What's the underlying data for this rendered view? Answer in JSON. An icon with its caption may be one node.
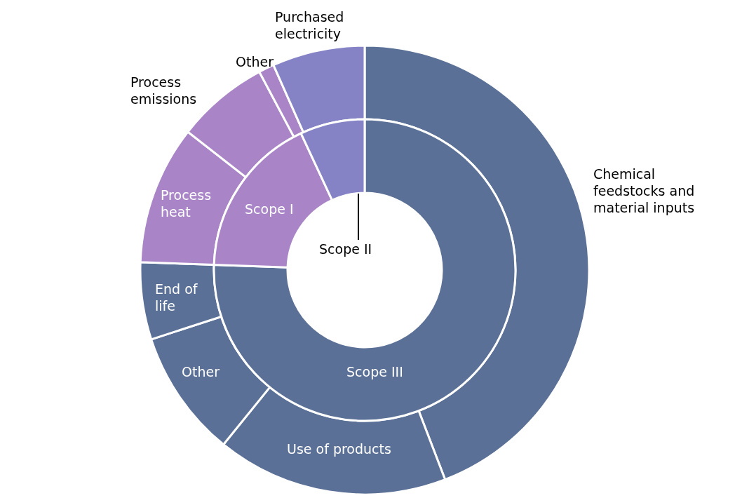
{
  "diagram": {
    "nodes": [
      {
        "text": [
          "Scope II"
        ]
      },
      {
        "text": [],
        "shape": "bar"
      }
    ],
    "edges": [
      {
        "from": 0,
        "to": 1,
        "arrow": "none"
      }
    ],
    "labels": [
      "Purchased electricity",
      "Other",
      "Process emissions",
      "Chemical feedstocks and material inputs",
      "Process heat",
      "Scope I",
      "End of life",
      "Other",
      "Scope III",
      "Use of products"
    ]
  }
}
